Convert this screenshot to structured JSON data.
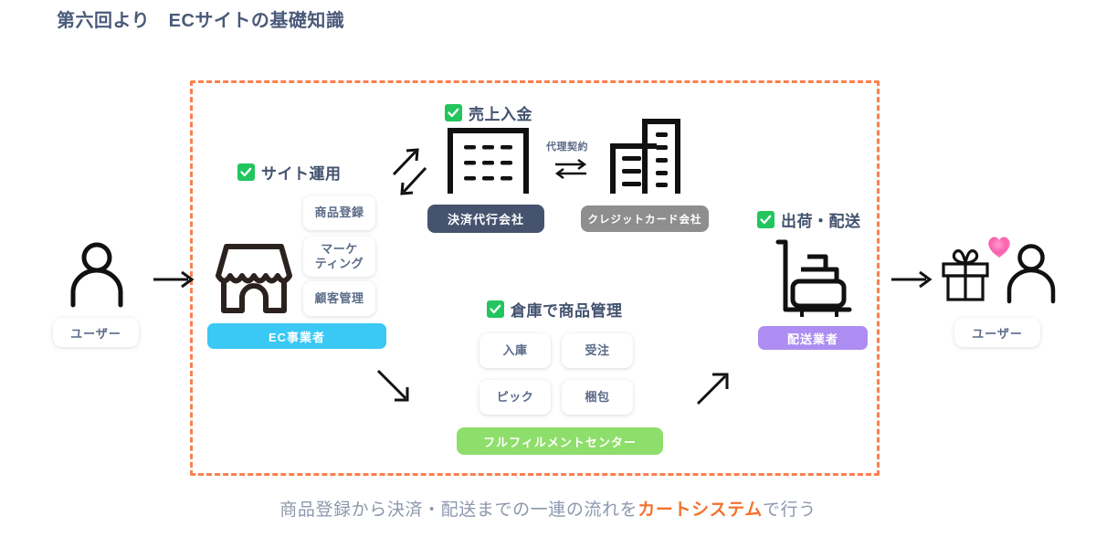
{
  "page": {
    "title": "第六回より　ECサイトの基礎知識"
  },
  "diagram": {
    "container_border_color": "#fc7f4d",
    "sections": {
      "site_operation": {
        "check_label": "サイト運用",
        "chips": [
          "商品登録",
          "マーケ\nティング",
          "顧客管理"
        ],
        "badge": "EC事業者",
        "badge_color": "#3ac8f5",
        "icon": "storefront-icon"
      },
      "sales_deposit": {
        "check_label": "売上入金",
        "badge_primary": "決済代行会社",
        "badge_primary_color": "#45536e",
        "badge_secondary": "クレジットカード会社",
        "badge_secondary_color": "#8e8e8e",
        "connector_label": "代理契約",
        "icon_primary": "office-building-icon",
        "icon_secondary": "two-buildings-icon"
      },
      "warehouse": {
        "check_label": "倉庫で商品管理",
        "chips": [
          "入庫",
          "受注",
          "ピック",
          "梱包"
        ],
        "badge": "フルフィルメントセンター",
        "badge_color": "#8ede6b"
      },
      "shipping": {
        "check_label": "出荷・配送",
        "badge": "配送業者",
        "badge_color": "#ad8df2",
        "icon": "hand-truck-icon"
      }
    },
    "actors": {
      "user_left": {
        "label": "ユーザー",
        "icon": "person-icon"
      },
      "user_right": {
        "label": "ユーザー",
        "icon": "gift-person-icon",
        "emoji": "heart-emoji"
      }
    }
  },
  "footer": {
    "text_before": "商品登録から決済・配送までの一連の流れを",
    "highlight": "カートシステム",
    "highlight_color": "#f4712c",
    "text_after": "で行う"
  }
}
